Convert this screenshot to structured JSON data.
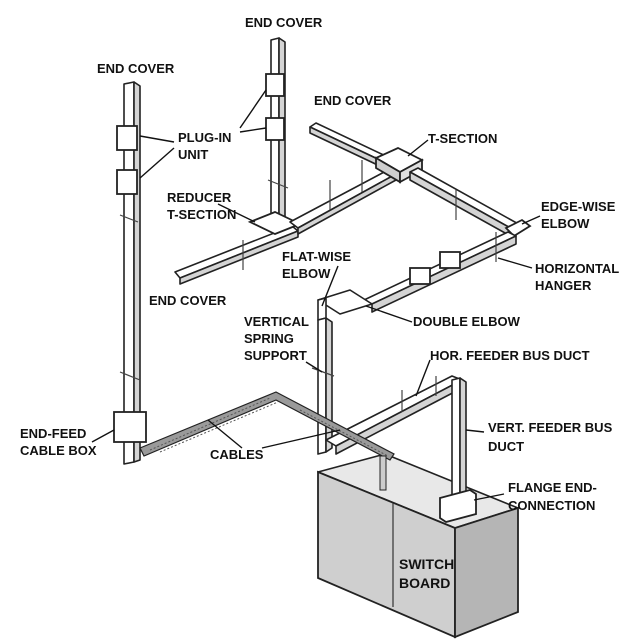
{
  "labels": {
    "end_cover_top": "END COVER",
    "end_cover_left": "END COVER",
    "end_cover_mid": "END COVER",
    "end_cover_bottom": "END COVER",
    "t_section": "T-SECTION",
    "plug_in_unit_1": "PLUG-IN",
    "plug_in_unit_2": "UNIT",
    "reducer_1": "REDUCER",
    "reducer_2": "T-SECTION",
    "edge_wise_1": "EDGE-WISE",
    "edge_wise_2": "ELBOW",
    "horizontal_hanger_1": "HORIZONTAL",
    "horizontal_hanger_2": "HANGER",
    "flat_wise_1": "FLAT-WISE",
    "flat_wise_2": "ELBOW",
    "double_elbow": "DOUBLE ELBOW",
    "vertical_spring_1": "VERTICAL",
    "vertical_spring_2": "SPRING",
    "vertical_spring_3": "SUPPORT",
    "hor_feeder": "HOR. FEEDER BUS DUCT",
    "end_feed_1": "END-FEED",
    "end_feed_2": "CABLE BOX",
    "cables": "CABLES",
    "vert_feeder_1": "VERT. FEEDER BUS",
    "vert_feeder_2": "DUCT",
    "flange_1": "FLANGE END-",
    "flange_2": "CONNECTION",
    "switch_1": "SWITCH",
    "switch_2": "BOARD"
  }
}
